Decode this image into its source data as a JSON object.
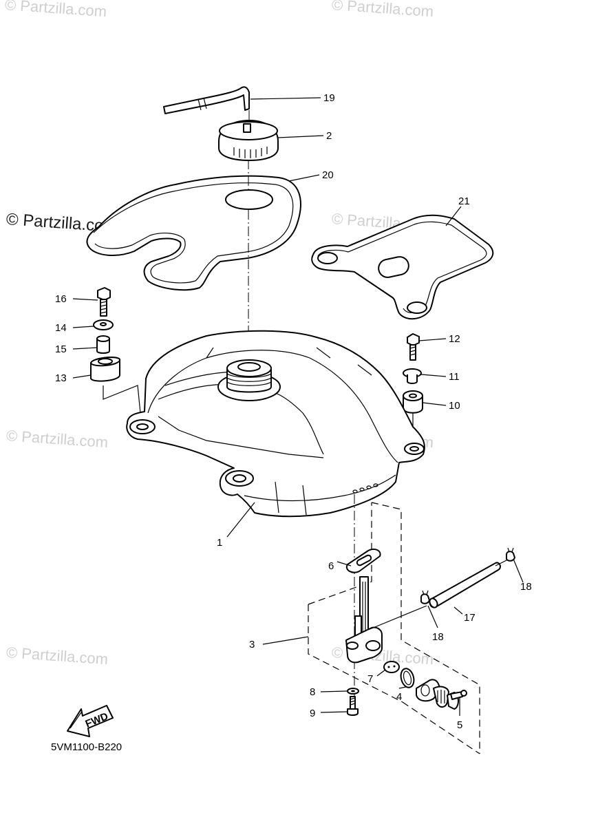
{
  "watermarks": [
    "© Partzilla.com",
    "© Partzilla.com",
    "© Partzilla.com",
    "© Partzilla.com",
    "© Partzilla.com",
    "© Partzilla.com",
    "© Partzilla.com",
    "© Partzilla.com"
  ],
  "diagram_code": "5VM1100-B220",
  "fwd_label": "FWD",
  "callouts": {
    "p1": "1",
    "p2": "2",
    "p3": "3",
    "p4": "4",
    "p5": "5",
    "p6": "6",
    "p7": "7",
    "p8": "8",
    "p9": "9",
    "p10": "10",
    "p11": "11",
    "p12": "12",
    "p13": "13",
    "p14": "14",
    "p15": "15",
    "p16": "16",
    "p17": "17",
    "p18a": "18",
    "p18b": "18",
    "p19": "19",
    "p20": "20",
    "p21": "21"
  }
}
